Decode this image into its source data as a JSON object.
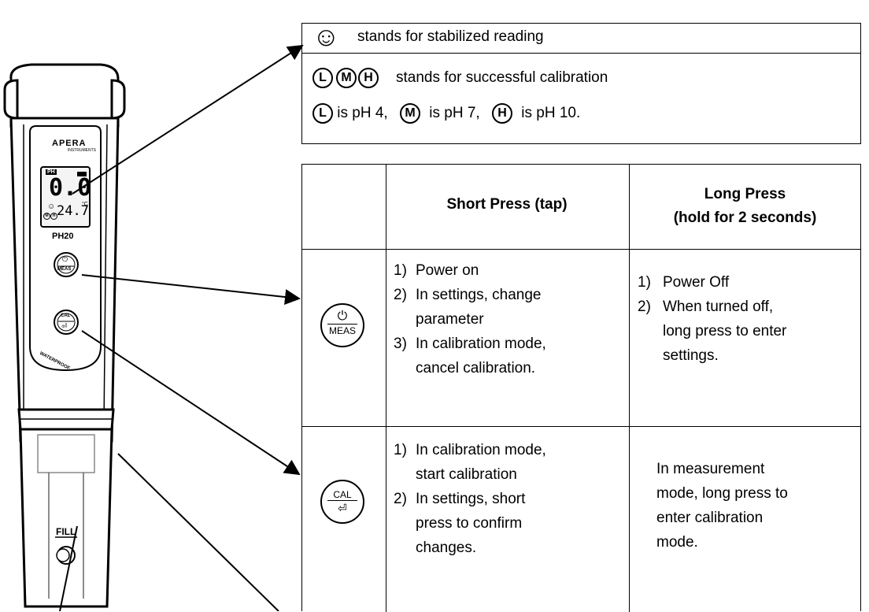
{
  "device": {
    "brand": "APERA",
    "brand_sub": "INSTRUMENTS",
    "model": "PH20",
    "display_main": "0.0",
    "display_sub": "24.7",
    "display_unit": "°C",
    "display_mode": "PH",
    "meas_button_label": "MEAS",
    "cal_button_label": "CAL",
    "waterproof_label": "WATERPROOF",
    "fill_label": "FILL"
  },
  "legend": {
    "smiley_text": "stands for stabilized reading",
    "calibration_text": "stands for successful calibration",
    "icons": [
      "L",
      "M",
      "H"
    ],
    "detail_parts": [
      "is pH 4,",
      "is pH 7,",
      "is pH 10."
    ]
  },
  "table": {
    "header_short": "Short Press (tap)",
    "header_long_line1": "Long Press",
    "header_long_line2": "(hold for 2 seconds)",
    "meas_key_label": "MEAS",
    "cal_key_label": "CAL",
    "row1_short": [
      {
        "num": "1)",
        "lines": [
          "Power on"
        ]
      },
      {
        "num": "2)",
        "lines": [
          "In settings, change",
          "parameter"
        ]
      },
      {
        "num": "3)",
        "lines": [
          "In calibration mode,",
          "cancel calibration."
        ]
      }
    ],
    "row1_long": [
      {
        "num": "1)",
        "lines": [
          "Power Off"
        ]
      },
      {
        "num": "2)",
        "lines": [
          "When turned off,",
          "long press to enter",
          "settings."
        ]
      }
    ],
    "row2_short": [
      {
        "num": "1)",
        "lines": [
          "In calibration mode,",
          "start calibration"
        ]
      },
      {
        "num": "2)",
        "lines": [
          "In settings, short",
          "press to confirm",
          "changes."
        ]
      }
    ],
    "row2_long": [
      "In measurement",
      "mode, long press to",
      "enter calibration",
      "mode."
    ]
  },
  "colors": {
    "outline": "#000000",
    "screen_fill": "#f4f4f4",
    "cap_fill": "#ffffff"
  }
}
